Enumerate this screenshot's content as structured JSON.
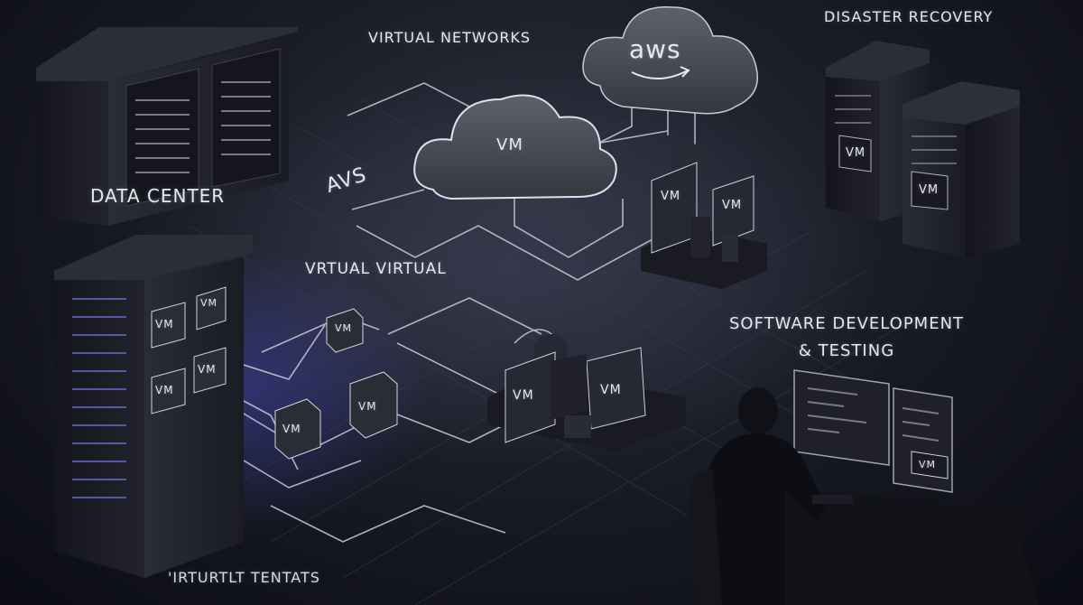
{
  "labels": {
    "data_center": "DATA CENTER",
    "virtual_networks": "VIRTUAL NETWORKS",
    "disaster_recovery": "DISASTER RECOVERY",
    "avs": "AVS",
    "virtual_virtual": "VRTUAL VIRTUAL",
    "software_dev_line1": "SOFTWARE DEVELOPMENT",
    "software_dev_line2": "& TESTING",
    "virtual_tenants": "'IRTURTLT TENTATS"
  },
  "aws_cloud": {
    "logo_text": "aws"
  },
  "vm_label": "VM",
  "colors": {
    "background": "#1a1c26",
    "server": "#23252f",
    "line": "#c9cbd6",
    "cloud": "#4a4c58",
    "glow": "#b8bcff"
  }
}
